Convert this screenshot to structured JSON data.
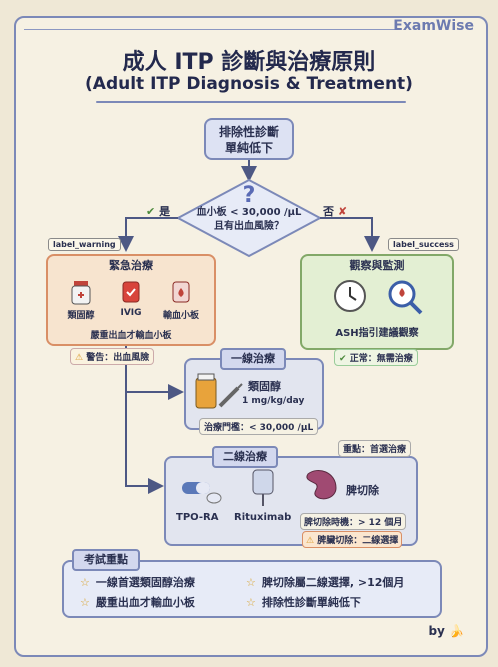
{
  "brand": "ExamWise",
  "title": "成人 ITP 診斷與治療原則",
  "subtitle": "(Adult ITP Diagnosis & Treatment)",
  "start_node": "排除性診斷\n單純低下",
  "decision": {
    "question_mark": "?",
    "text": "血小板 < 30,000 /µL\n且有出血風險？",
    "yes_label": "是",
    "no_label": "否"
  },
  "urgent": {
    "tag": "label_warning",
    "title": "緊急治療",
    "items": [
      "類固醇",
      "IVIG",
      "輸血小板"
    ],
    "note": "嚴重出血才輸血小板",
    "warning": "警告：出血風險"
  },
  "observe": {
    "tag": "label_success",
    "title": "觀察與監測",
    "note": "ASH指引建議觀察",
    "ok": "正常：無需治療"
  },
  "first_line": {
    "title": "一線治療",
    "drug": "類固醇",
    "dose": "1 mg/kg/day",
    "threshold": "治療門檻：< 30,000 /µL"
  },
  "second_line": {
    "title": "二線治療",
    "focus": "重點：首選治療",
    "options": [
      "TPO-RA",
      "Rituximab",
      "脾切除"
    ],
    "timing": "脾切除時機：> 12 個月",
    "warning": "脾臟切除：二線選擇"
  },
  "exam": {
    "title": "考試重點",
    "points": [
      "一線首選類固醇治療",
      "脾切除屬二線選擇, >12個月",
      "嚴重出血才輸血小板",
      "排除性診斷單純低下"
    ]
  },
  "footer": "by"
}
